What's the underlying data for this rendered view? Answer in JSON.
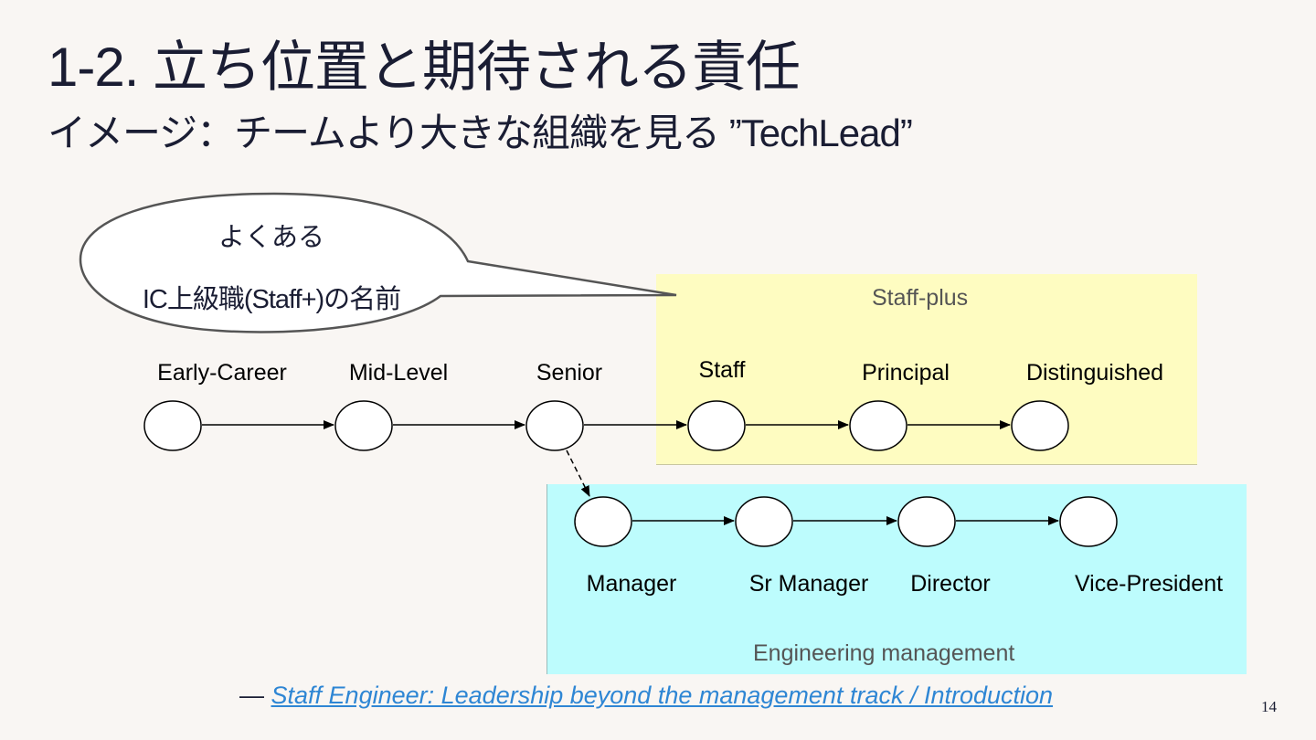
{
  "slide": {
    "title": "1-2. 立ち位置と期待される責任",
    "subtitle": "イメージ：チームより大きな組織を見る ”TechLead”",
    "page_number": "14"
  },
  "callout": {
    "line1": "よくある",
    "line2": "IC上級職(Staff+)の名前"
  },
  "zones": {
    "staff_plus": "Staff-plus",
    "engineering_management": "Engineering management",
    "staff_plus_color": "#fefcc1",
    "engineering_management_color": "#bdfcfd"
  },
  "ic_track": {
    "labels": [
      "Early-Career",
      "Mid-Level",
      "Senior",
      "Staff",
      "Principal",
      "Distinguished"
    ]
  },
  "management_track": {
    "labels": [
      "Manager",
      "Sr Manager",
      "Director",
      "Vice-President"
    ]
  },
  "citation": {
    "dash": "—",
    "link_text": "Staff Engineer: Leadership beyond the management track / Introduction"
  }
}
